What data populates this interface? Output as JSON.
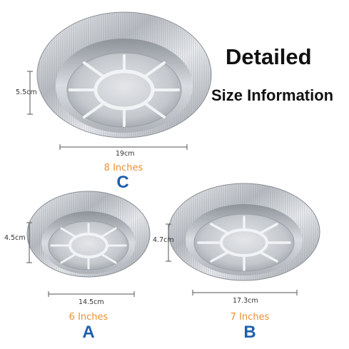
{
  "header": {
    "title": "Detailed",
    "subtitle": "Size Information"
  },
  "pans": [
    {
      "letter": "C",
      "inches": "8 Inches",
      "diameter": "19cm",
      "height": "5.5cm"
    },
    {
      "letter": "A",
      "inches": "6 Inches",
      "diameter": "14.5cm",
      "height": "4.5cm"
    },
    {
      "letter": "B",
      "inches": "7 Inches",
      "diameter": "17.3cm",
      "height": "4.7cm"
    }
  ],
  "colors": {
    "inches": "#e8902d",
    "letter": "#1f5fae",
    "foil": "#c9ccd1"
  }
}
